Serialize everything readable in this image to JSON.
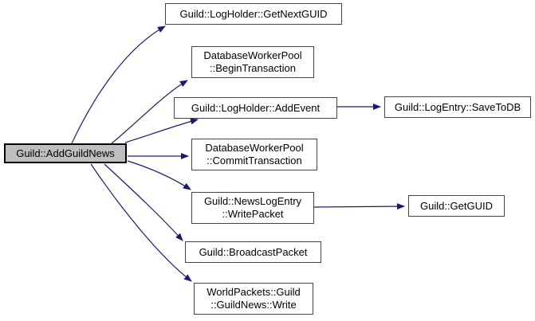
{
  "diagram": {
    "type": "doxygen-call-graph",
    "background": "#ffffff",
    "edge_color": "#191970",
    "node_border_color": "#444444",
    "root_node": {
      "id": "addguildnews",
      "label": "Guild::AddGuildNews",
      "fill": "#bfbfbf"
    },
    "nodes": [
      {
        "id": "getnextguid",
        "lines": [
          "Guild::LogHolder::GetNextGUID"
        ]
      },
      {
        "id": "begintransaction",
        "lines": [
          "DatabaseWorkerPool",
          "::BeginTransaction"
        ]
      },
      {
        "id": "addevent",
        "lines": [
          "Guild::LogHolder::AddEvent"
        ]
      },
      {
        "id": "savetodb",
        "lines": [
          "Guild::LogEntry::SaveToDB"
        ]
      },
      {
        "id": "committransaction",
        "lines": [
          "DatabaseWorkerPool",
          "::CommitTransaction"
        ]
      },
      {
        "id": "writepacket",
        "lines": [
          "Guild::NewsLogEntry",
          "::WritePacket"
        ]
      },
      {
        "id": "getguid",
        "lines": [
          "Guild::GetGUID"
        ]
      },
      {
        "id": "broadcastpacket",
        "lines": [
          "Guild::BroadcastPacket"
        ]
      },
      {
        "id": "guildnews-write",
        "lines": [
          "WorldPackets::Guild",
          "::GuildNews::Write"
        ]
      }
    ],
    "edges": [
      {
        "from": "addguildnews",
        "to": "getnextguid"
      },
      {
        "from": "addguildnews",
        "to": "begintransaction"
      },
      {
        "from": "addguildnews",
        "to": "addevent"
      },
      {
        "from": "addguildnews",
        "to": "committransaction"
      },
      {
        "from": "addguildnews",
        "to": "writepacket"
      },
      {
        "from": "addguildnews",
        "to": "broadcastpacket"
      },
      {
        "from": "addguildnews",
        "to": "guildnews-write"
      },
      {
        "from": "addevent",
        "to": "savetodb"
      },
      {
        "from": "writepacket",
        "to": "getguid"
      }
    ]
  }
}
